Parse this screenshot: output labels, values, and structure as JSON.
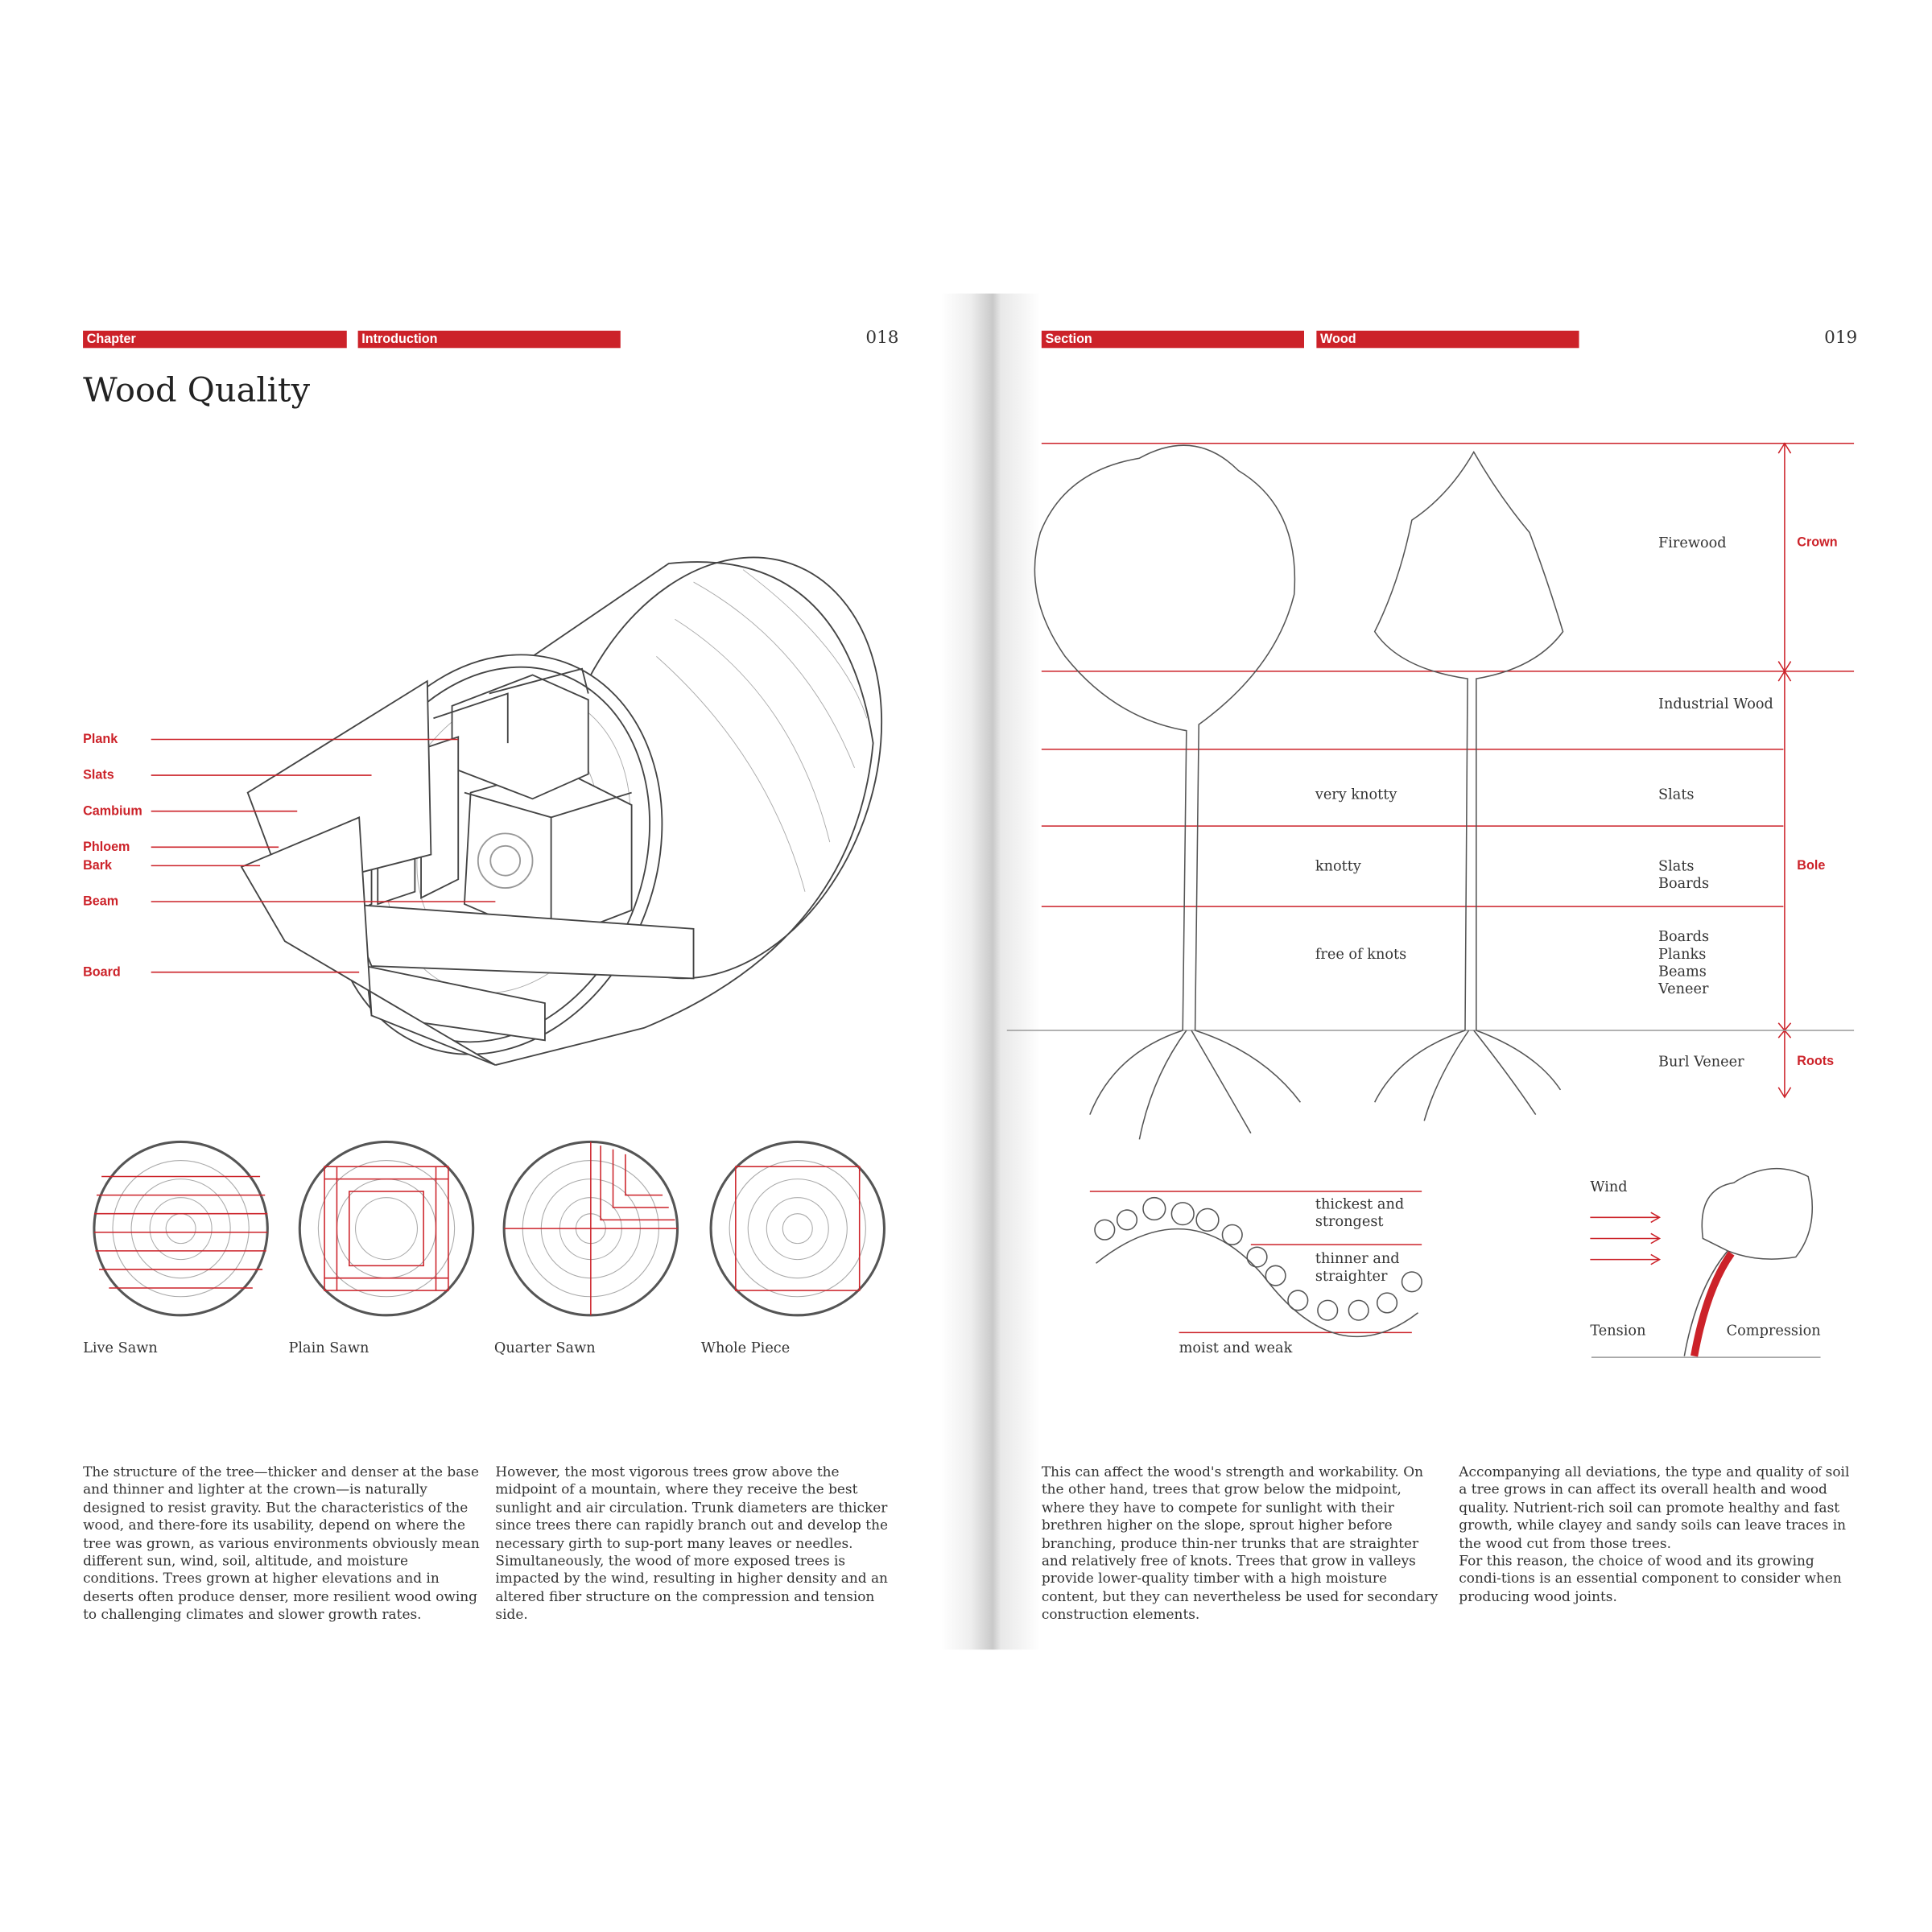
{
  "left_page": {
    "chapter_label": "Chapter",
    "chapter_value": "Introduction",
    "page_number": "018",
    "title": "Wood Quality",
    "log_labels": [
      "Plank",
      "Slats",
      "Cambium",
      "Phloem",
      "Bark",
      "Beam",
      "Board"
    ],
    "cut_captions": [
      "Live Sawn",
      "Plain Sawn",
      "Quarter Sawn",
      "Whole Piece"
    ],
    "body_columns": [
      "The structure of the tree—thicker and denser at the base and thinner and lighter at the crown—is naturally designed to resist gravity. But the characteristics of the wood, and there-fore its usability, depend on where the tree was grown, as various environments obviously mean different sun, wind, soil, altitude, and moisture conditions. Trees grown at higher elevations and in deserts often produce denser, more resilient wood owing to challenging climates and slower growth rates.",
      "However, the most vigorous trees grow above the midpoint of a mountain, where they receive the best sunlight and air circulation. Trunk diameters are thicker since trees there can rapidly branch out and develop the necessary girth to sup-port many leaves or needles. Simultaneously, the wood of more exposed trees is impacted by the wind, resulting in higher density and an altered fiber structure on the compression and tension side."
    ]
  },
  "right_page": {
    "section_label": "Section",
    "section_value": "Wood",
    "page_number": "019",
    "zones": {
      "crown": "Crown",
      "bole": "Bole",
      "roots": "Roots"
    },
    "uses": {
      "firewood": "Firewood",
      "industrial": "Industrial Wood",
      "slats": "Slats",
      "slats_boards_1": "Slats",
      "slats_boards_2": "Boards",
      "free_uses": [
        "Boards",
        "Planks",
        "Beams",
        "Veneer"
      ],
      "burl": "Burl Veneer"
    },
    "knots": {
      "very_knotty": "very knotty",
      "knotty": "knotty",
      "free": "free of knots"
    },
    "slope": {
      "top_1": "thickest and",
      "top_2": "strongest",
      "mid_1": "thinner and",
      "mid_2": "straighter",
      "bottom": "moist and weak"
    },
    "wind": {
      "wind": "Wind",
      "tension": "Tension",
      "compression": "Compression"
    },
    "body_columns": [
      "This can affect the wood's strength and workability. On the other hand, trees that grow below the midpoint, where they have to compete for sunlight with their brethren higher on the slope, sprout higher before branching, produce thin-ner trunks that are straighter and relatively free of knots. Trees that grow in valleys provide lower-quality timber with a high moisture content, but they can nevertheless be used for secondary construction elements.",
      "Accompanying all deviations, the type and quality of soil a tree grows in can affect its overall health and wood quality. Nutrient-rich soil can promote healthy and fast growth, while clayey and sandy soils can leave traces in the wood cut from those trees.",
      "For this reason, the choice of wood and its growing condi-tions is an essential component to consider when producing wood joints."
    ]
  },
  "colors": {
    "accent": "#cc2229",
    "ink": "#333333"
  }
}
